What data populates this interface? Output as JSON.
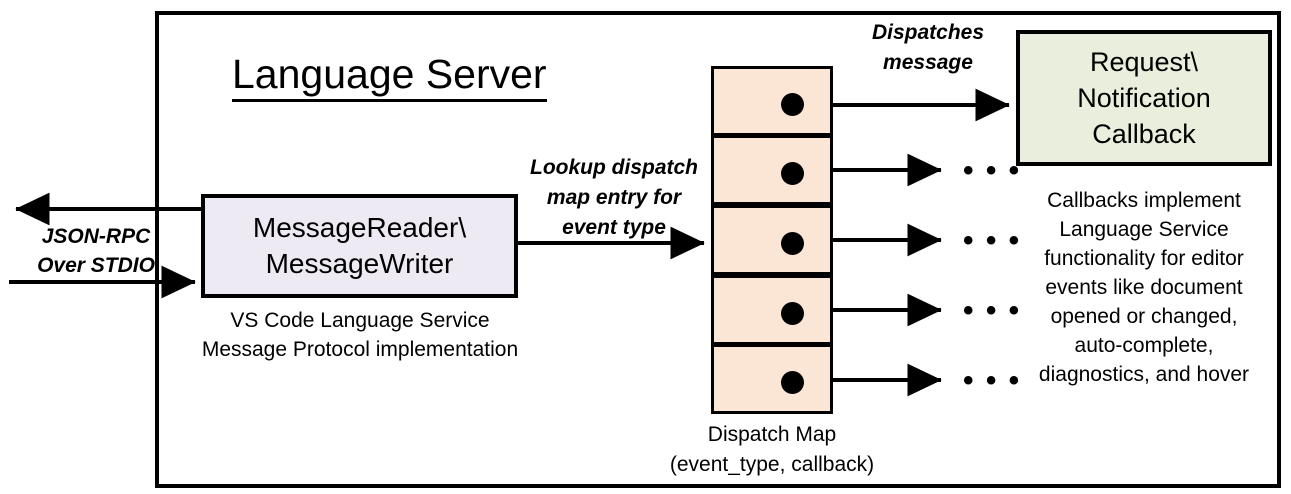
{
  "diagram": {
    "title": "Language Server",
    "frame_color": "#000000"
  },
  "reader_writer": {
    "line1": "MessageReader\\",
    "line2": "MessageWriter",
    "caption_line1": "VS Code Language Service",
    "caption_line2": "Message Protocol implementation",
    "fill": "#EDEAF3"
  },
  "transport": {
    "line1": "JSON-RPC",
    "line2": "Over STDIO"
  },
  "lookup": {
    "line1": "Lookup dispatch",
    "line2": "map entry for",
    "line3": "event type"
  },
  "dispatches": {
    "line1": "Dispatches",
    "line2": "message"
  },
  "dispatch_map": {
    "caption_line1": "Dispatch Map",
    "caption_line2": "(event_type, callback)",
    "fill": "#FBE5D5",
    "rows": [
      {
        "target": "callback-box"
      },
      {
        "target": "ellipsis"
      },
      {
        "target": "ellipsis"
      },
      {
        "target": "ellipsis"
      },
      {
        "target": "ellipsis"
      }
    ],
    "ellipsis_glyph": "• • •"
  },
  "callback": {
    "line1": "Request\\",
    "line2": "Notification",
    "line3": "Callback",
    "fill": "#E9EFDC",
    "caption_line1": "Callbacks implement",
    "caption_line2": "Language Service",
    "caption_line3": "functionality for editor",
    "caption_line4": "events like document",
    "caption_line5": "opened or changed,",
    "caption_line6": "auto-complete,",
    "caption_line7": "diagnostics, and hover"
  }
}
